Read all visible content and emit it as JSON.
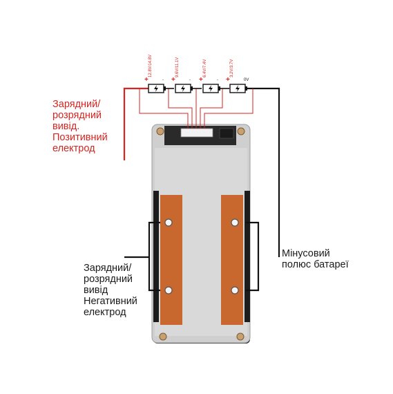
{
  "colors": {
    "positive_wire": "#d8231f",
    "negative_wire": "#111111",
    "heatsink": "#c9c9c9",
    "copper": "#c8672e",
    "pcb": "#1f1f1f"
  },
  "labels": {
    "positive_electrode": "Зарядний/\nрозрядний\nвивід.\nПозитивний\nелектрод",
    "negative_electrode": "Зарядний/\nрозрядний\nвивід\nНегативний\nелектрод",
    "battery_negative": "Мінусовий\nполюс батареї"
  },
  "taps": [
    {
      "voltage": "12.8V/14.8V",
      "polarity_top": "+",
      "polarity_bottom": "-"
    },
    {
      "voltage": "9.6V/11.1V",
      "polarity_top": "+",
      "polarity_bottom": "-"
    },
    {
      "voltage": "6.4V/7.4V",
      "polarity_top": "+",
      "polarity_bottom": "-"
    },
    {
      "voltage": "3.2V/3.7V",
      "polarity_top": "+",
      "polarity_bottom": "0V"
    }
  ],
  "icons": {
    "cell": "battery-cell-icon"
  }
}
